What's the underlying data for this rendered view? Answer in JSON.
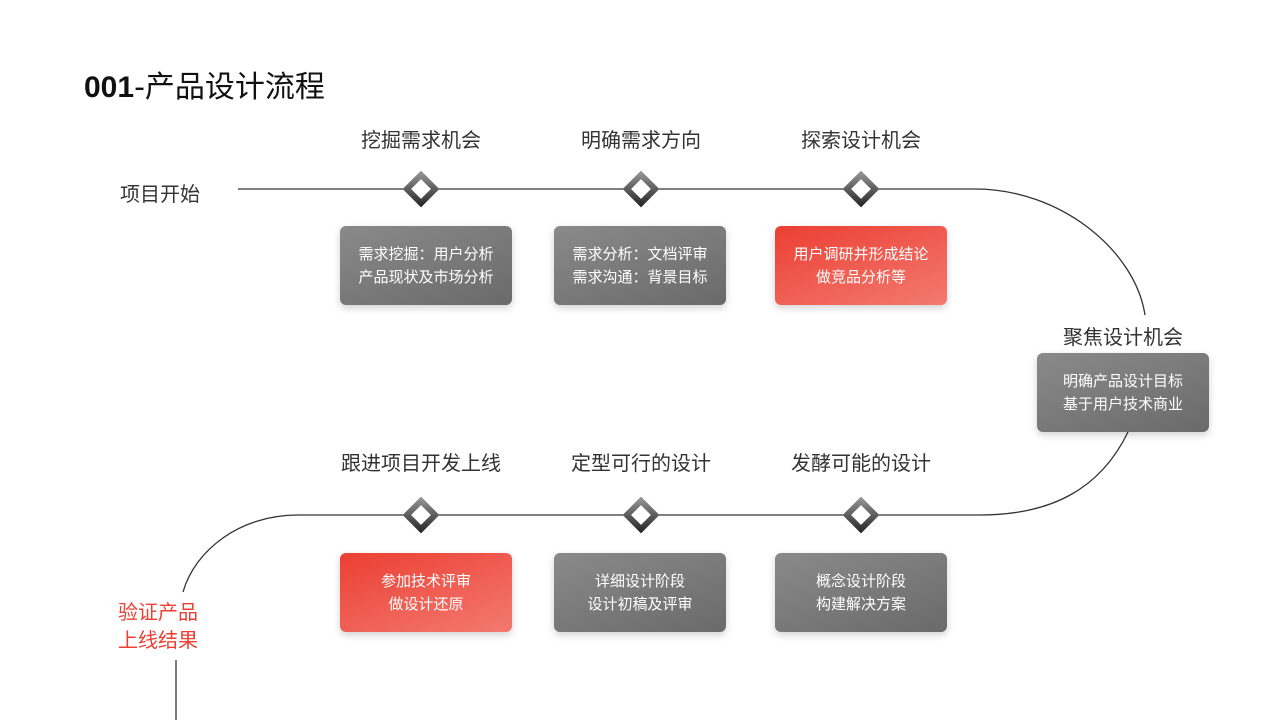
{
  "title": {
    "number": "001",
    "text": "-产品设计流程"
  },
  "start": "项目开始",
  "end": "验证产品\n上线结果",
  "end_lines": [
    "验证产品",
    "上线结果"
  ],
  "top_steps": [
    {
      "label": "挖掘需求机会",
      "lines": [
        "需求挖掘：用户分析",
        "产品现状及市场分析"
      ],
      "highlight": false
    },
    {
      "label": "明确需求方向",
      "lines": [
        "需求分析：文档评审",
        "需求沟通：背景目标"
      ],
      "highlight": false
    },
    {
      "label": "探索设计机会",
      "lines": [
        "用户调研并形成结论",
        "做竞品分析等"
      ],
      "highlight": true
    }
  ],
  "right_step": {
    "label": "聚焦设计机会",
    "lines": [
      "明确产品设计目标",
      "基于用户技术商业"
    ]
  },
  "bottom_steps": [
    {
      "label": "跟进项目开发上线",
      "lines": [
        "参加技术评审",
        "做设计还原"
      ],
      "highlight": true
    },
    {
      "label": "定型可行的设计",
      "lines": [
        "详细设计阶段",
        "设计初稿及评审"
      ],
      "highlight": false
    },
    {
      "label": "发酵可能的设计",
      "lines": [
        "概念设计阶段",
        "构建解决方案"
      ],
      "highlight": false
    }
  ],
  "colors": {
    "accent": "#ec3f33",
    "box": "#777777"
  }
}
